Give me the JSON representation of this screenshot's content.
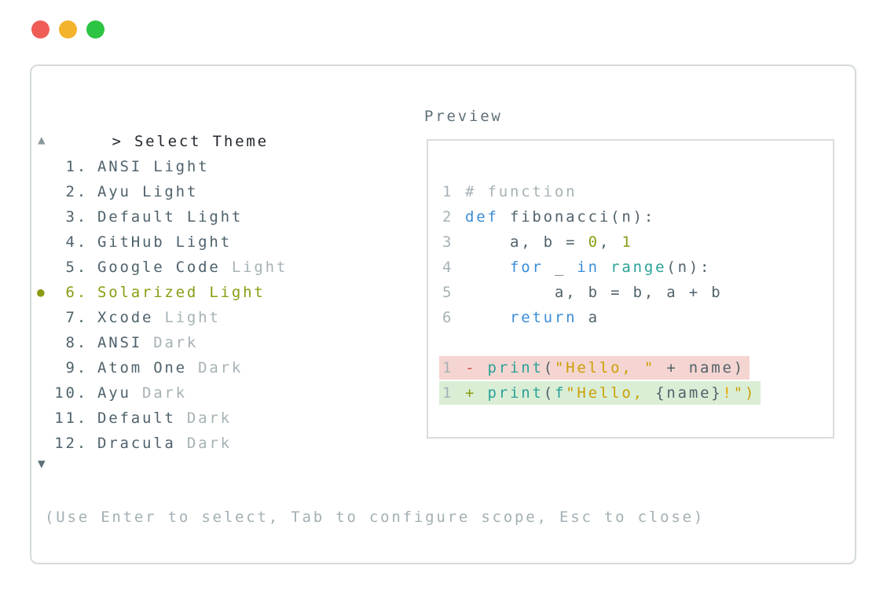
{
  "window": {
    "title_prompt": ">",
    "title": "Select Theme",
    "preview_label": "Preview",
    "scroll_up_icon": "▲",
    "scroll_down_icon": "▼",
    "help_text": "(Use Enter to select, Tab to configure scope, Esc to close)",
    "traffic_lights": [
      {
        "name": "close-button",
        "color": "#f05c56"
      },
      {
        "name": "minimize-button",
        "color": "#f3b32b"
      },
      {
        "name": "maximize-button",
        "color": "#2cc443"
      }
    ]
  },
  "theme_list": {
    "selected_bullet": "●",
    "items": [
      {
        "num": "1.",
        "name": "ANSI",
        "suffix": "Light",
        "dim_suffix": false,
        "selected": false
      },
      {
        "num": "2.",
        "name": "Ayu",
        "suffix": "Light",
        "dim_suffix": false,
        "selected": false
      },
      {
        "num": "3.",
        "name": "Default",
        "suffix": "Light",
        "dim_suffix": false,
        "selected": false
      },
      {
        "num": "4.",
        "name": "GitHub",
        "suffix": "Light",
        "dim_suffix": false,
        "selected": false
      },
      {
        "num": "5.",
        "name": "Google Code",
        "suffix": "Light",
        "dim_suffix": true,
        "selected": false
      },
      {
        "num": "6.",
        "name": "Solarized",
        "suffix": "Light",
        "dim_suffix": false,
        "selected": true
      },
      {
        "num": "7.",
        "name": "Xcode",
        "suffix": "Light",
        "dim_suffix": true,
        "selected": false
      },
      {
        "num": "8.",
        "name": "ANSI",
        "suffix": "Dark",
        "dim_suffix": true,
        "selected": false
      },
      {
        "num": "9.",
        "name": "Atom One",
        "suffix": "Dark",
        "dim_suffix": true,
        "selected": false
      },
      {
        "num": "10.",
        "name": "Ayu",
        "suffix": "Dark",
        "dim_suffix": true,
        "selected": false
      },
      {
        "num": "11.",
        "name": "Default",
        "suffix": "Dark",
        "dim_suffix": true,
        "selected": false
      },
      {
        "num": "12.",
        "name": "Dracula",
        "suffix": "Dark",
        "dim_suffix": true,
        "selected": false
      }
    ]
  },
  "preview": {
    "code_lines": [
      {
        "ln": "1",
        "hl": null,
        "segs": [
          {
            "t": "# function",
            "c": "comment"
          }
        ]
      },
      {
        "ln": "2",
        "hl": null,
        "segs": [
          {
            "t": "def",
            "c": "kw"
          },
          {
            "t": " fibonacci(n):",
            "c": "default"
          }
        ]
      },
      {
        "ln": "3",
        "hl": null,
        "segs": [
          {
            "t": "    a, b = ",
            "c": "default"
          },
          {
            "t": "0",
            "c": "num"
          },
          {
            "t": ", ",
            "c": "default"
          },
          {
            "t": "1",
            "c": "num"
          }
        ]
      },
      {
        "ln": "4",
        "hl": null,
        "segs": [
          {
            "t": "    ",
            "c": "default"
          },
          {
            "t": "for",
            "c": "kw"
          },
          {
            "t": " _ ",
            "c": "default"
          },
          {
            "t": "in",
            "c": "kw"
          },
          {
            "t": " ",
            "c": "default"
          },
          {
            "t": "range",
            "c": "fn"
          },
          {
            "t": "(n):",
            "c": "default"
          }
        ]
      },
      {
        "ln": "5",
        "hl": null,
        "segs": [
          {
            "t": "        a, b = b, a + b",
            "c": "default"
          }
        ]
      },
      {
        "ln": "6",
        "hl": null,
        "segs": [
          {
            "t": "    ",
            "c": "default"
          },
          {
            "t": "return",
            "c": "kw"
          },
          {
            "t": " a",
            "c": "default"
          }
        ]
      },
      {
        "ln": "",
        "hl": null,
        "segs": []
      },
      {
        "ln": "1",
        "hl": "removed",
        "segs": [
          {
            "t": "- ",
            "c": "minus"
          },
          {
            "t": "print",
            "c": "fn"
          },
          {
            "t": "(",
            "c": "default"
          },
          {
            "t": "\"Hello, \"",
            "c": "str"
          },
          {
            "t": " + name)",
            "c": "default"
          }
        ]
      },
      {
        "ln": "1",
        "hl": "added",
        "segs": [
          {
            "t": "+ ",
            "c": "plus"
          },
          {
            "t": "print",
            "c": "fn"
          },
          {
            "t": "(",
            "c": "default"
          },
          {
            "t": "f",
            "c": "fn"
          },
          {
            "t": "\"Hello, ",
            "c": "str"
          },
          {
            "t": "{name}",
            "c": "default"
          },
          {
            "t": "!",
            "c": "excl"
          },
          {
            "t": "\")",
            "c": "str"
          }
        ]
      }
    ]
  },
  "colors": {
    "title": "#23282e",
    "preview_label": "#5f7078",
    "arrow_up": "#8b989d",
    "arrow_down": "#5d7078",
    "help": "#a3b0b4",
    "item_default": "#4f626c",
    "item_dim": "#a6b2b6",
    "item_selected": "#8b9c12",
    "default": "#51626c",
    "comment": "#a6b2b6",
    "linenum": "#a6b2b6",
    "kw": "#3b8dd8",
    "fn": "#2aa198",
    "num": "#8b9c12",
    "str": "#cba006",
    "excl": "#eca400",
    "minus": "#d84a4a",
    "plus": "#8b9c12",
    "removed_bg": "#f5d5d1",
    "added_bg": "#daeed6",
    "window_border": "#d5dadc",
    "panel_border": "#d9dddf"
  }
}
